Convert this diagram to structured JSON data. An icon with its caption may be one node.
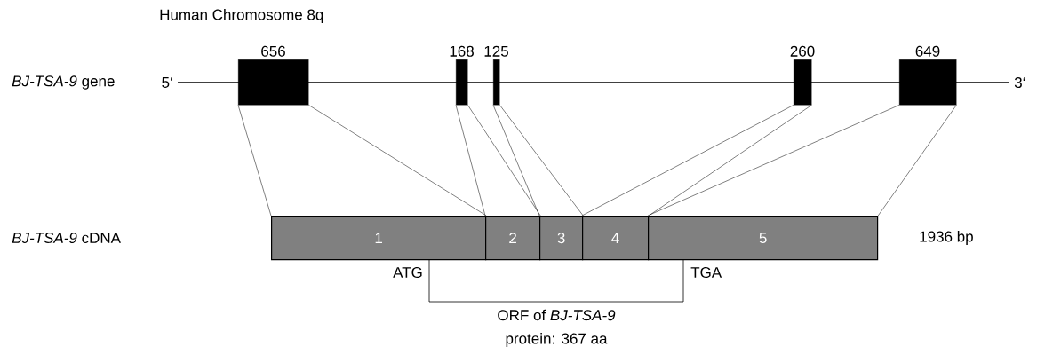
{
  "diagram": {
    "nodes": [
      {
        "text": [],
        "shape": "box",
        "beside": [
          "656"
        ]
      },
      {
        "text": [],
        "shape": "box",
        "beside": [
          "168"
        ]
      },
      {
        "text": [],
        "shape": "box",
        "beside": [
          "125"
        ]
      },
      {
        "text": [],
        "shape": "box",
        "beside": [
          "260"
        ]
      },
      {
        "text": [],
        "shape": "box",
        "beside": [
          "649"
        ]
      },
      {
        "text": [
          "1"
        ]
      },
      {
        "text": [
          "2"
        ]
      },
      {
        "text": [
          "3"
        ]
      },
      {
        "text": [
          "4"
        ]
      },
      {
        "text": [
          "5"
        ]
      }
    ],
    "edges": [
      {
        "from": 0,
        "to": 5,
        "arrow": "none"
      },
      {
        "from": 0,
        "to": 5,
        "arrow": "none"
      },
      {
        "from": 1,
        "to": 6,
        "arrow": "none"
      },
      {
        "from": 1,
        "to": 6,
        "arrow": "none"
      },
      {
        "from": 2,
        "to": 7,
        "arrow": "none"
      },
      {
        "from": 2,
        "to": 7,
        "arrow": "none"
      },
      {
        "from": 3,
        "to": 8,
        "arrow": "none"
      },
      {
        "from": 3,
        "to": 8,
        "arrow": "none"
      },
      {
        "from": 4,
        "to": 9,
        "arrow": "none"
      },
      {
        "from": 4,
        "to": 9,
        "arrow": "none"
      }
    ],
    "labels": [
      "Human Chromosome 8q",
      "*BJ-TSA-9* gene",
      "5‘",
      "3‘",
      "*BJ-TSA-9* cDNA",
      "1936 bp",
      "ATG",
      "TGA",
      "ORF of *BJ-TSA-9*",
      "protein: 367 aa"
    ]
  }
}
